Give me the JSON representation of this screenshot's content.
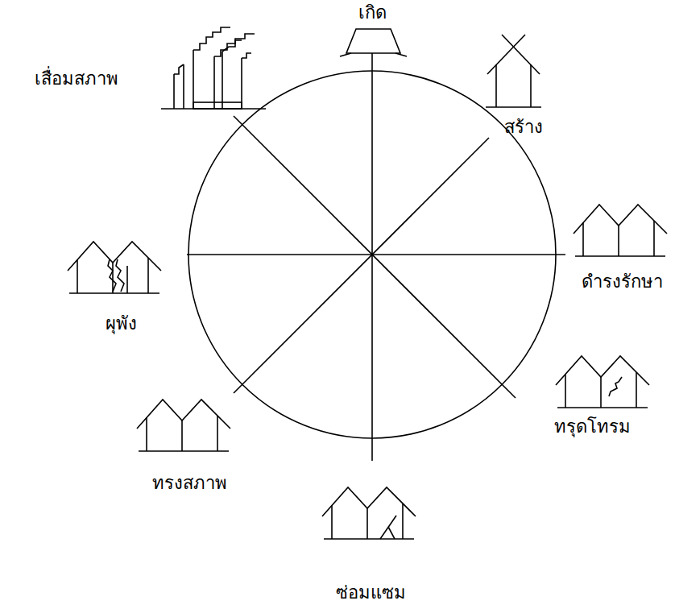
{
  "diagram": {
    "labels": [
      "เกิด",
      "สร้าง",
      "ดำรงรักษา",
      "ทรุดโทรม",
      "ซ่อมแซม",
      "ทรงสภาพ",
      "ผุพัง",
      "เสื่อมสภาพ"
    ]
  }
}
